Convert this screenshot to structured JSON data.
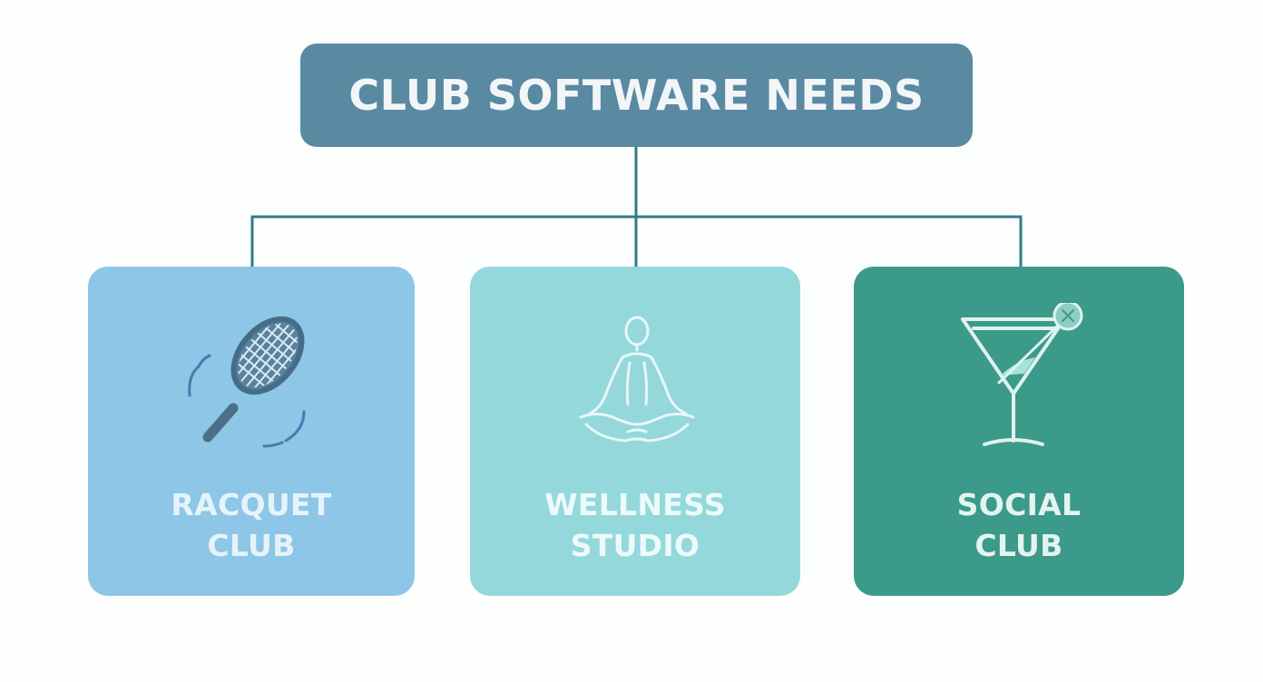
{
  "title": "CLUB SOFTWARE NEEDS",
  "colors": {
    "root": "#5a89a2",
    "connector": "#2f7c8a",
    "racquet": "#8dc6e6",
    "wellness": "#94d8dc",
    "social": "#3b9a8a"
  },
  "cards": [
    {
      "icon": "tennis-racquet-icon",
      "line1": "RACQUET",
      "line2": "CLUB"
    },
    {
      "icon": "meditation-icon",
      "line1": "WELLNESS",
      "line2": "STUDIO"
    },
    {
      "icon": "cocktail-glass-icon",
      "line1": "SOCIAL",
      "line2": "CLUB"
    }
  ]
}
